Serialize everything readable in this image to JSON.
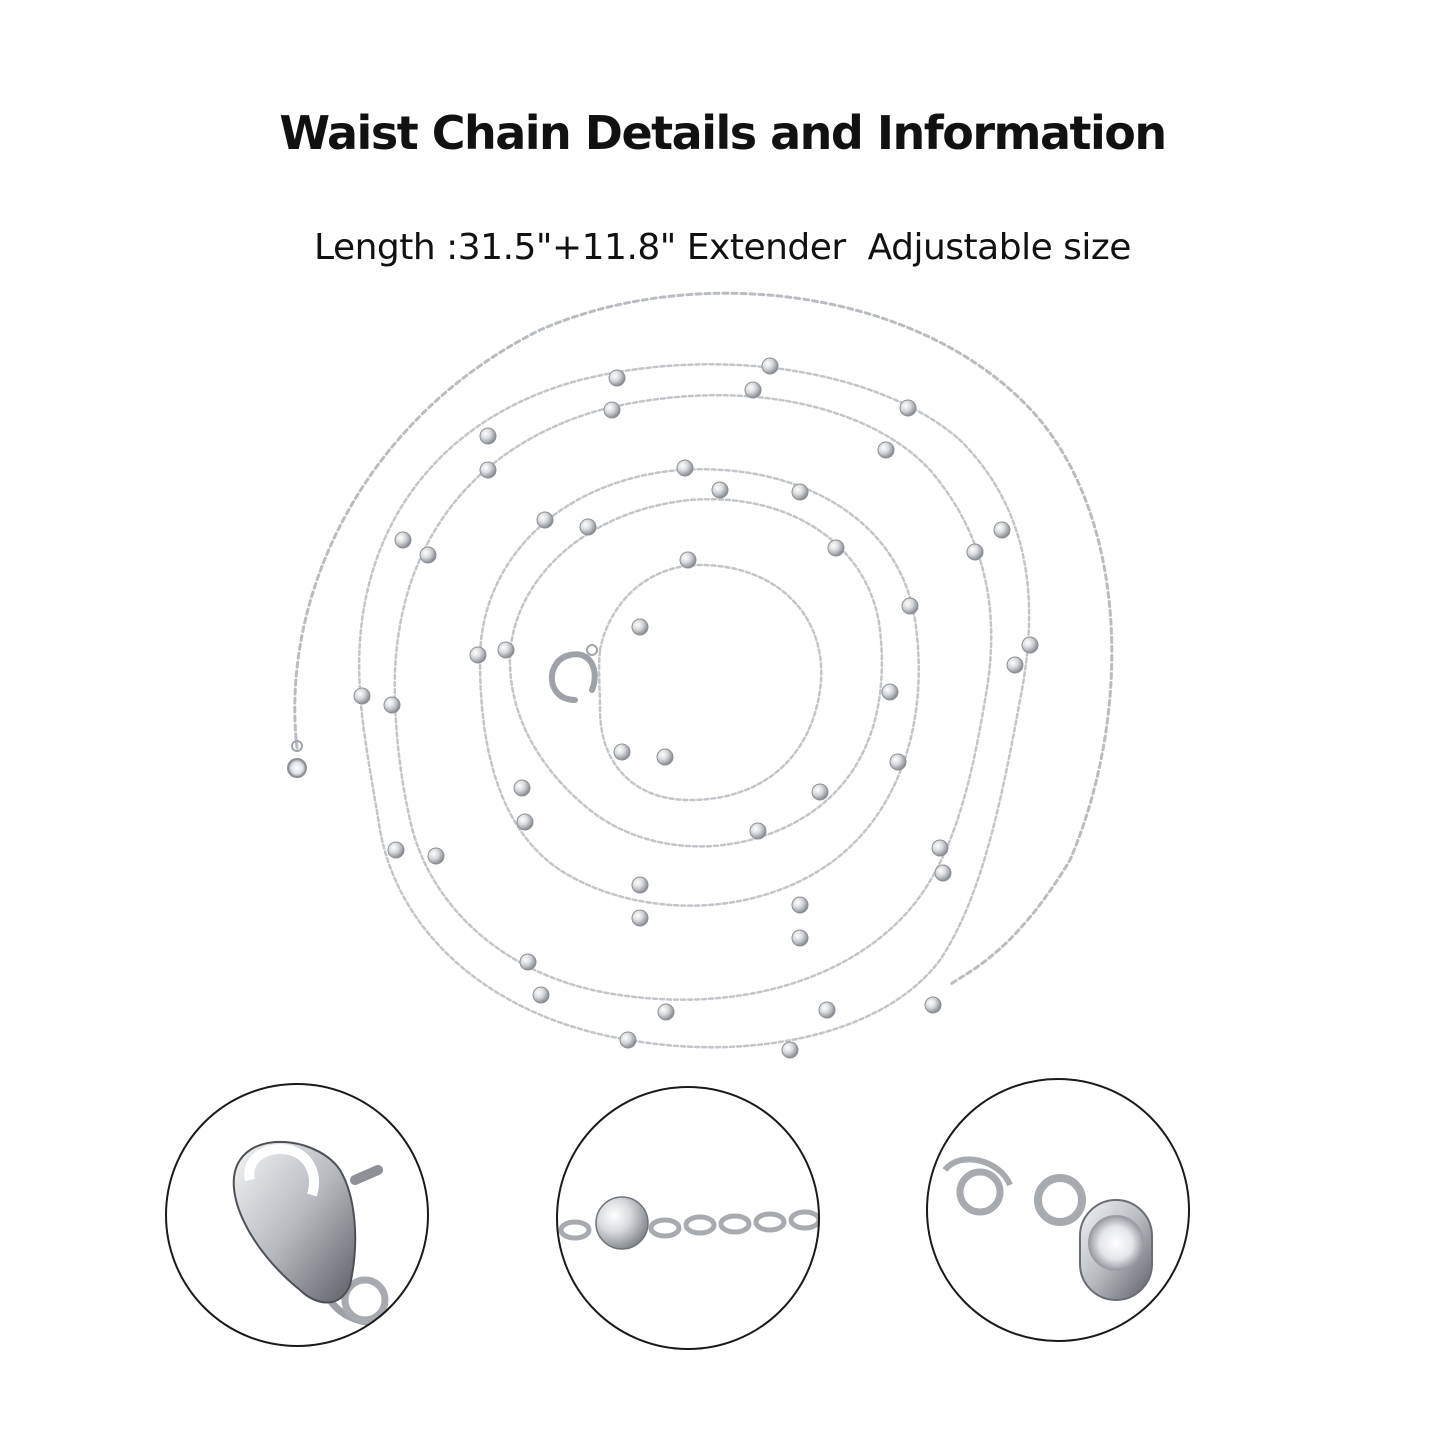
{
  "page": {
    "title": "Waist Chain Details and Information",
    "subtitle": "Length :31.5\"+11.8\" Extender  Adjustable size"
  },
  "colors": {
    "background": "#ffffff",
    "text": "#111111",
    "silver": "#c4c7cb",
    "silver_dark": "#8d9197",
    "circle_outline": "#1a1a1a"
  },
  "detail_views": [
    {
      "name": "lobster-clasp-closeup"
    },
    {
      "name": "bead-station-closeup"
    },
    {
      "name": "bezel-crystal-drop-closeup"
    }
  ]
}
